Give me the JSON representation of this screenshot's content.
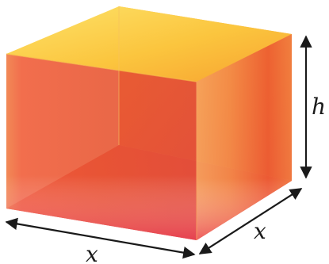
{
  "labels": {
    "height": "h",
    "front_width": "x",
    "side_depth": "x"
  },
  "colors": {
    "top_light": "#fbd84a",
    "top_mid": "#f9b02d",
    "front_left": "#f26a3b",
    "front_mid": "#e9542c",
    "front_bottom": "#e54658",
    "side_light": "#f7a84a",
    "side_dark": "#ea4e2a",
    "floor": "#e8506a",
    "outline": "#1a1a1a"
  }
}
